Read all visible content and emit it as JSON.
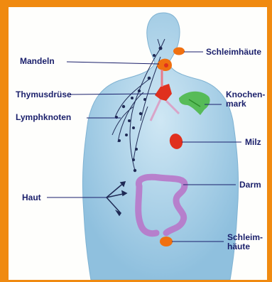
{
  "labels": {
    "mandeln": "Mandeln",
    "thymusdruese": "Thymusdrüse",
    "lymphknoten": "Lymphknoten",
    "haut": "Haut",
    "schleimhaeute_top": "Schleimhäute",
    "knochenmark": "Knochen-\nmark",
    "milz": "Milz",
    "darm": "Darm",
    "schleimhaeute_bottom": "Schleim-\nhäute"
  },
  "colors": {
    "frame": "#f08a10",
    "body": "#a9d2ea",
    "label": "#1a1f6b",
    "organ_red": "#e0301e",
    "organ_orange": "#f07010",
    "marrow_green": "#4cb848",
    "intestine": "#b877c9",
    "lymph_lines": "#1f2a55"
  }
}
